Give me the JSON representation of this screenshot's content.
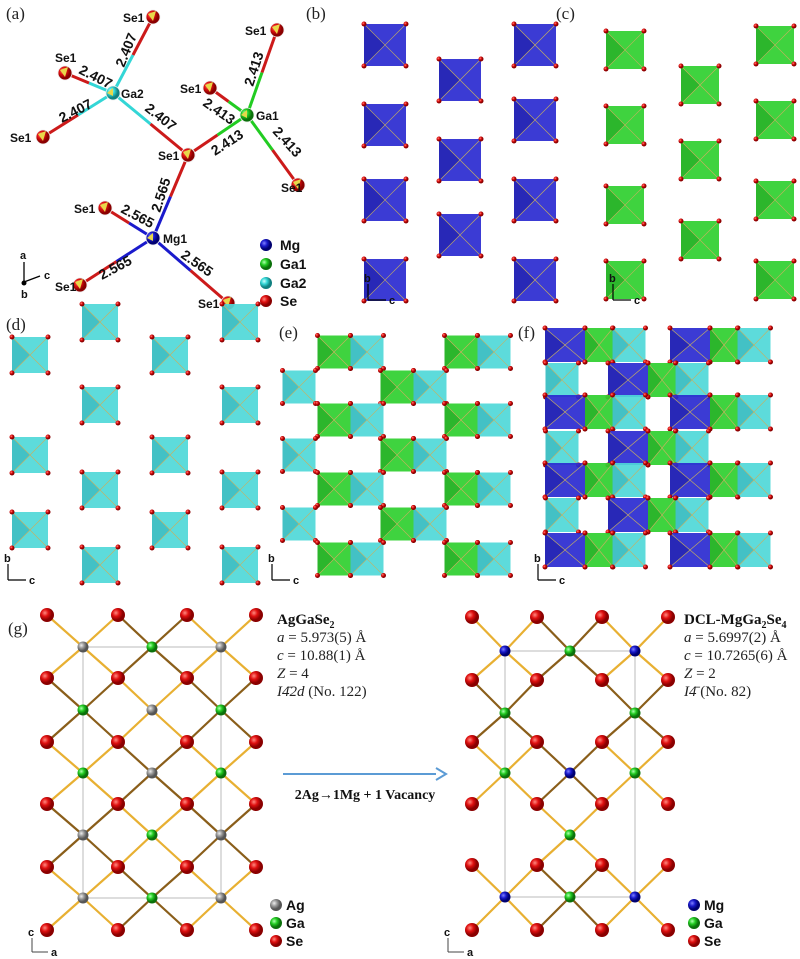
{
  "colors": {
    "Mg": "#1a1acc",
    "Ga1": "#22cc22",
    "Ga2": "#33d6d6",
    "Ag": "#999999",
    "Se": "#dd1111",
    "bond_light": "#e8b032",
    "bond_dark": "#8a5e1a",
    "cell": "#bbbbbb",
    "arrow": "#5b9bd5"
  },
  "panel_labels": {
    "a": "(a)",
    "b": "(b)",
    "c": "(c)",
    "d": "(d)",
    "e": "(e)",
    "f": "(f)",
    "g": "(g)"
  },
  "panel_a": {
    "atoms": {
      "Ga2": "Ga2",
      "Ga1": "Ga1",
      "Mg1": "Mg1",
      "Se1": "Se1"
    },
    "bonds": {
      "Ga2_Se": "2.407",
      "Ga1_Se": "2.413",
      "Mg1_Se": "2.565"
    },
    "legend": [
      "Mg",
      "Ga1",
      "Ga2",
      "Se"
    ]
  },
  "axes": {
    "a": "a",
    "b": "b",
    "c": "c"
  },
  "panel_g": {
    "left": {
      "formula": "AgGaSe",
      "formula_sub": "2",
      "a_label": "a",
      "a_value": " = 5.973(5) Å",
      "c_label": "c",
      "c_value": " = 10.88(1) Å",
      "z_label": "Z",
      "z_value": " = 4",
      "sg_symbol": "I4̄2d",
      "sg_number": " (No. 122)",
      "legend": [
        "Ag",
        "Ga",
        "Se"
      ]
    },
    "right": {
      "formula": "DCL-MgGa",
      "formula_sub1": "2",
      "formula_mid": "Se",
      "formula_sub2": "4",
      "a_label": "a",
      "a_value": " = 5.6997(2) Å",
      "c_label": "c",
      "c_value": " = 10.7265(6) Å",
      "z_label": "Z",
      "z_value": " = 2",
      "sg_symbol": "I4̄",
      "sg_number": " (No. 82)",
      "legend": [
        "Mg",
        "Ga",
        "Se"
      ]
    },
    "transformation": "2Ag→1Mg + 1 Vacancy"
  }
}
